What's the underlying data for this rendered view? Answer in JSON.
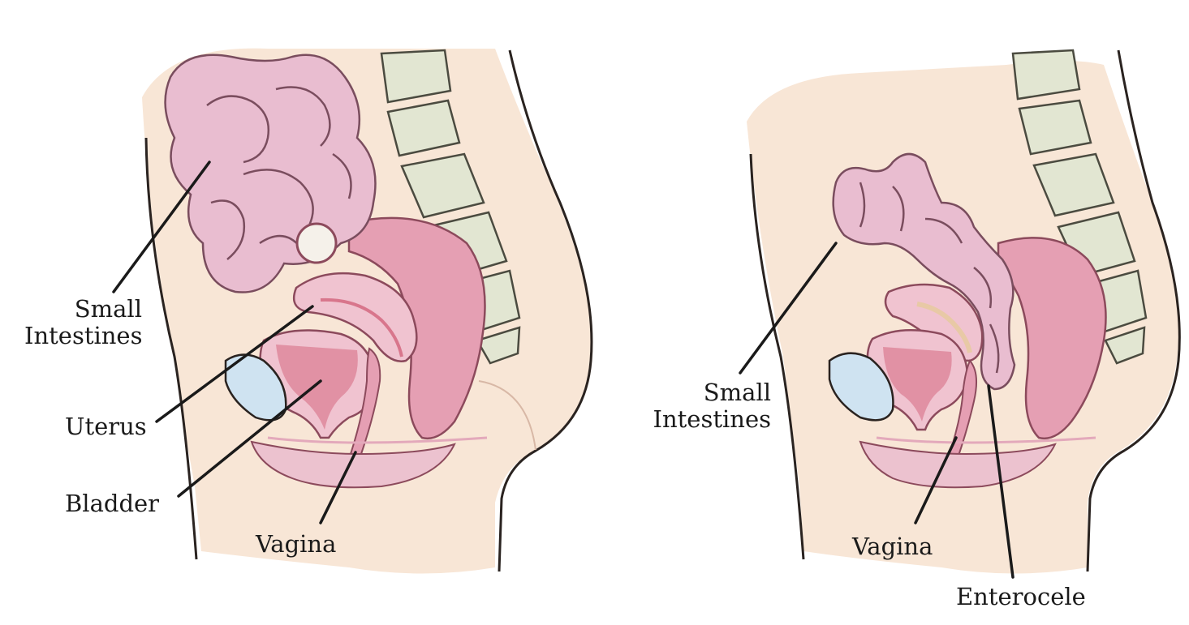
{
  "left_figure": {
    "labels": {
      "small_intestines_line1": "Small",
      "small_intestines_line2": "Intestines",
      "uterus": "Uterus",
      "bladder": "Bladder",
      "vagina": "Vagina"
    }
  },
  "right_figure": {
    "labels": {
      "small_intestines_line1": "Small",
      "small_intestines_line2": "Intestines",
      "vagina": "Vagina",
      "enterocele": "Enterocele"
    }
  },
  "colors": {
    "skin": "#f8e6d6",
    "skin_outline": "#2a2320",
    "intestine": "#e9bdd0",
    "intestine_outline": "#7a4d5e",
    "spine": "#e2e6d2",
    "spine_outline": "#4b4b40",
    "bladder": "#cfe3f1",
    "uterus": "#f0c3d0",
    "uterus_lining": "#d8768c",
    "rectum": "#e59fb3",
    "leader_line": "#1a1a1a"
  }
}
